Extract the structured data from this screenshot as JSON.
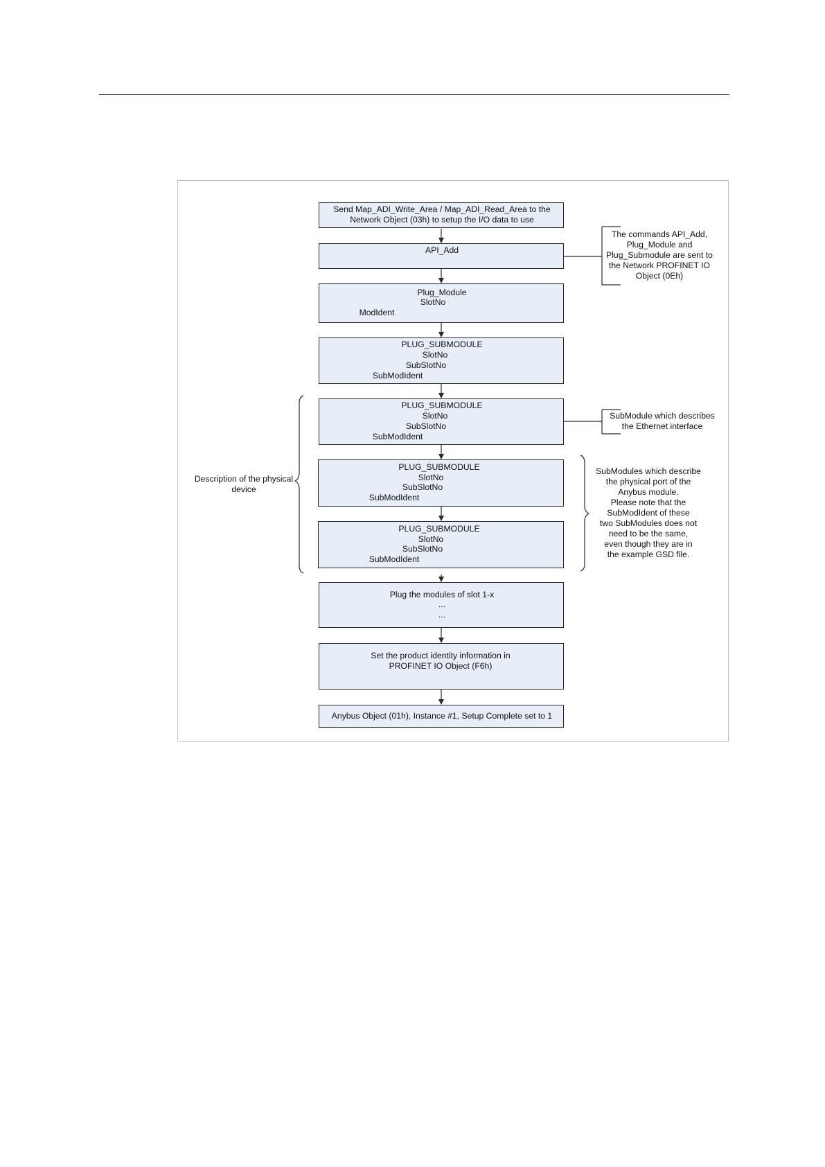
{
  "boxes": {
    "map_adi": {
      "lines": [
        "Send Map_ADI_Write_Area / Map_ADI_Read_Area to the",
        "Network Object (03h) to setup the I/O data to use"
      ]
    },
    "api_add": {
      "lines": [
        "API_Add"
      ]
    },
    "plug_module": {
      "lines": [
        "Plug_Module",
        "SlotNo",
        "ModIdent"
      ]
    },
    "plug_submodule_1": {
      "lines": [
        "PLUG_SUBMODULE",
        "SlotNo",
        "SubSlotNo",
        "SubModIdent"
      ]
    },
    "plug_submodule_2": {
      "lines": [
        "PLUG_SUBMODULE",
        "SlotNo",
        "SubSlotNo",
        "SubModIdent"
      ]
    },
    "plug_submodule_3": {
      "lines": [
        "PLUG_SUBMODULE",
        "SlotNo",
        "SubSlotNo",
        "SubModIdent"
      ]
    },
    "plug_submodule_4": {
      "lines": [
        "PLUG_SUBMODULE",
        "SlotNo",
        "SubSlotNo",
        "SubModIdent"
      ]
    },
    "plug_modules": {
      "lines": [
        "Plug the modules of slot 1-x",
        "...",
        "..."
      ]
    },
    "product_identity": {
      "lines": [
        "Set the product identity information in",
        "PROFINET IO Object (F6h)"
      ]
    },
    "setup_complete": {
      "lines": [
        "Anybus Object (01h), Instance #1, Setup Complete set to 1"
      ]
    }
  },
  "notes": {
    "commands": {
      "lines": [
        "The commands API_Add,",
        "Plug_Module and",
        "Plug_Submodule are sent to",
        "the Network PROFINET IO",
        "Object (0Eh)"
      ]
    },
    "ethernet": {
      "lines": [
        "SubModule which describes",
        "the Ethernet interface"
      ]
    },
    "physical_port": {
      "lines": [
        "SubModules which describe",
        "the physical port of the",
        "Anybus module.",
        "Please note that the",
        "SubModIdent of these",
        "two SubModules does not",
        "need to be the same,",
        "even though they are in",
        "the example GSD file."
      ]
    },
    "physical_device": {
      "lines": [
        "Description of the physical",
        "device"
      ]
    }
  },
  "colors": {
    "box_fill": "#e8eef8",
    "line": "#2a2a2a",
    "frame": "#bdbdbd"
  }
}
